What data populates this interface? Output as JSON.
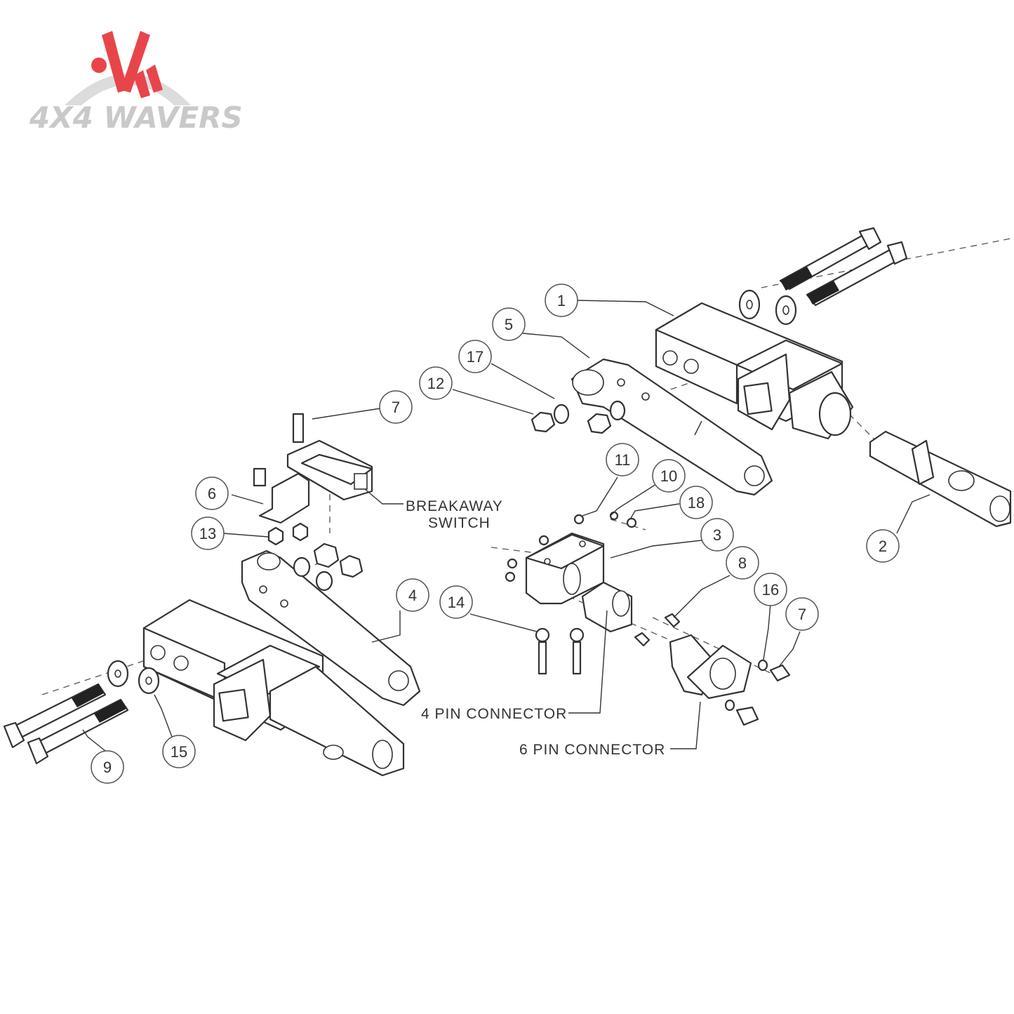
{
  "logo": {
    "text": "4X4 WAVERS",
    "colors": {
      "mark": "#e8454a",
      "text": "#c9c9c9",
      "arc": "#dcdcdc"
    }
  },
  "diagram": {
    "callouts": [
      {
        "id": "c1",
        "label": "1"
      },
      {
        "id": "c2",
        "label": "2"
      },
      {
        "id": "c3",
        "label": "3"
      },
      {
        "id": "c4",
        "label": "4"
      },
      {
        "id": "c5",
        "label": "5"
      },
      {
        "id": "c6",
        "label": "6"
      },
      {
        "id": "c7a",
        "label": "7"
      },
      {
        "id": "c7b",
        "label": "7"
      },
      {
        "id": "c8",
        "label": "8"
      },
      {
        "id": "c9",
        "label": "9"
      },
      {
        "id": "c10",
        "label": "10"
      },
      {
        "id": "c11",
        "label": "11"
      },
      {
        "id": "c12",
        "label": "12"
      },
      {
        "id": "c13",
        "label": "13"
      },
      {
        "id": "c14",
        "label": "14"
      },
      {
        "id": "c15",
        "label": "15"
      },
      {
        "id": "c16",
        "label": "16"
      },
      {
        "id": "c17",
        "label": "17"
      },
      {
        "id": "c18",
        "label": "18"
      }
    ],
    "labels": {
      "breakaway_line1": "BREAKAWAY",
      "breakaway_line2": "SWITCH",
      "four_pin": "4 PIN CONNECTOR",
      "six_pin": "6 PIN CONNECTOR"
    }
  }
}
